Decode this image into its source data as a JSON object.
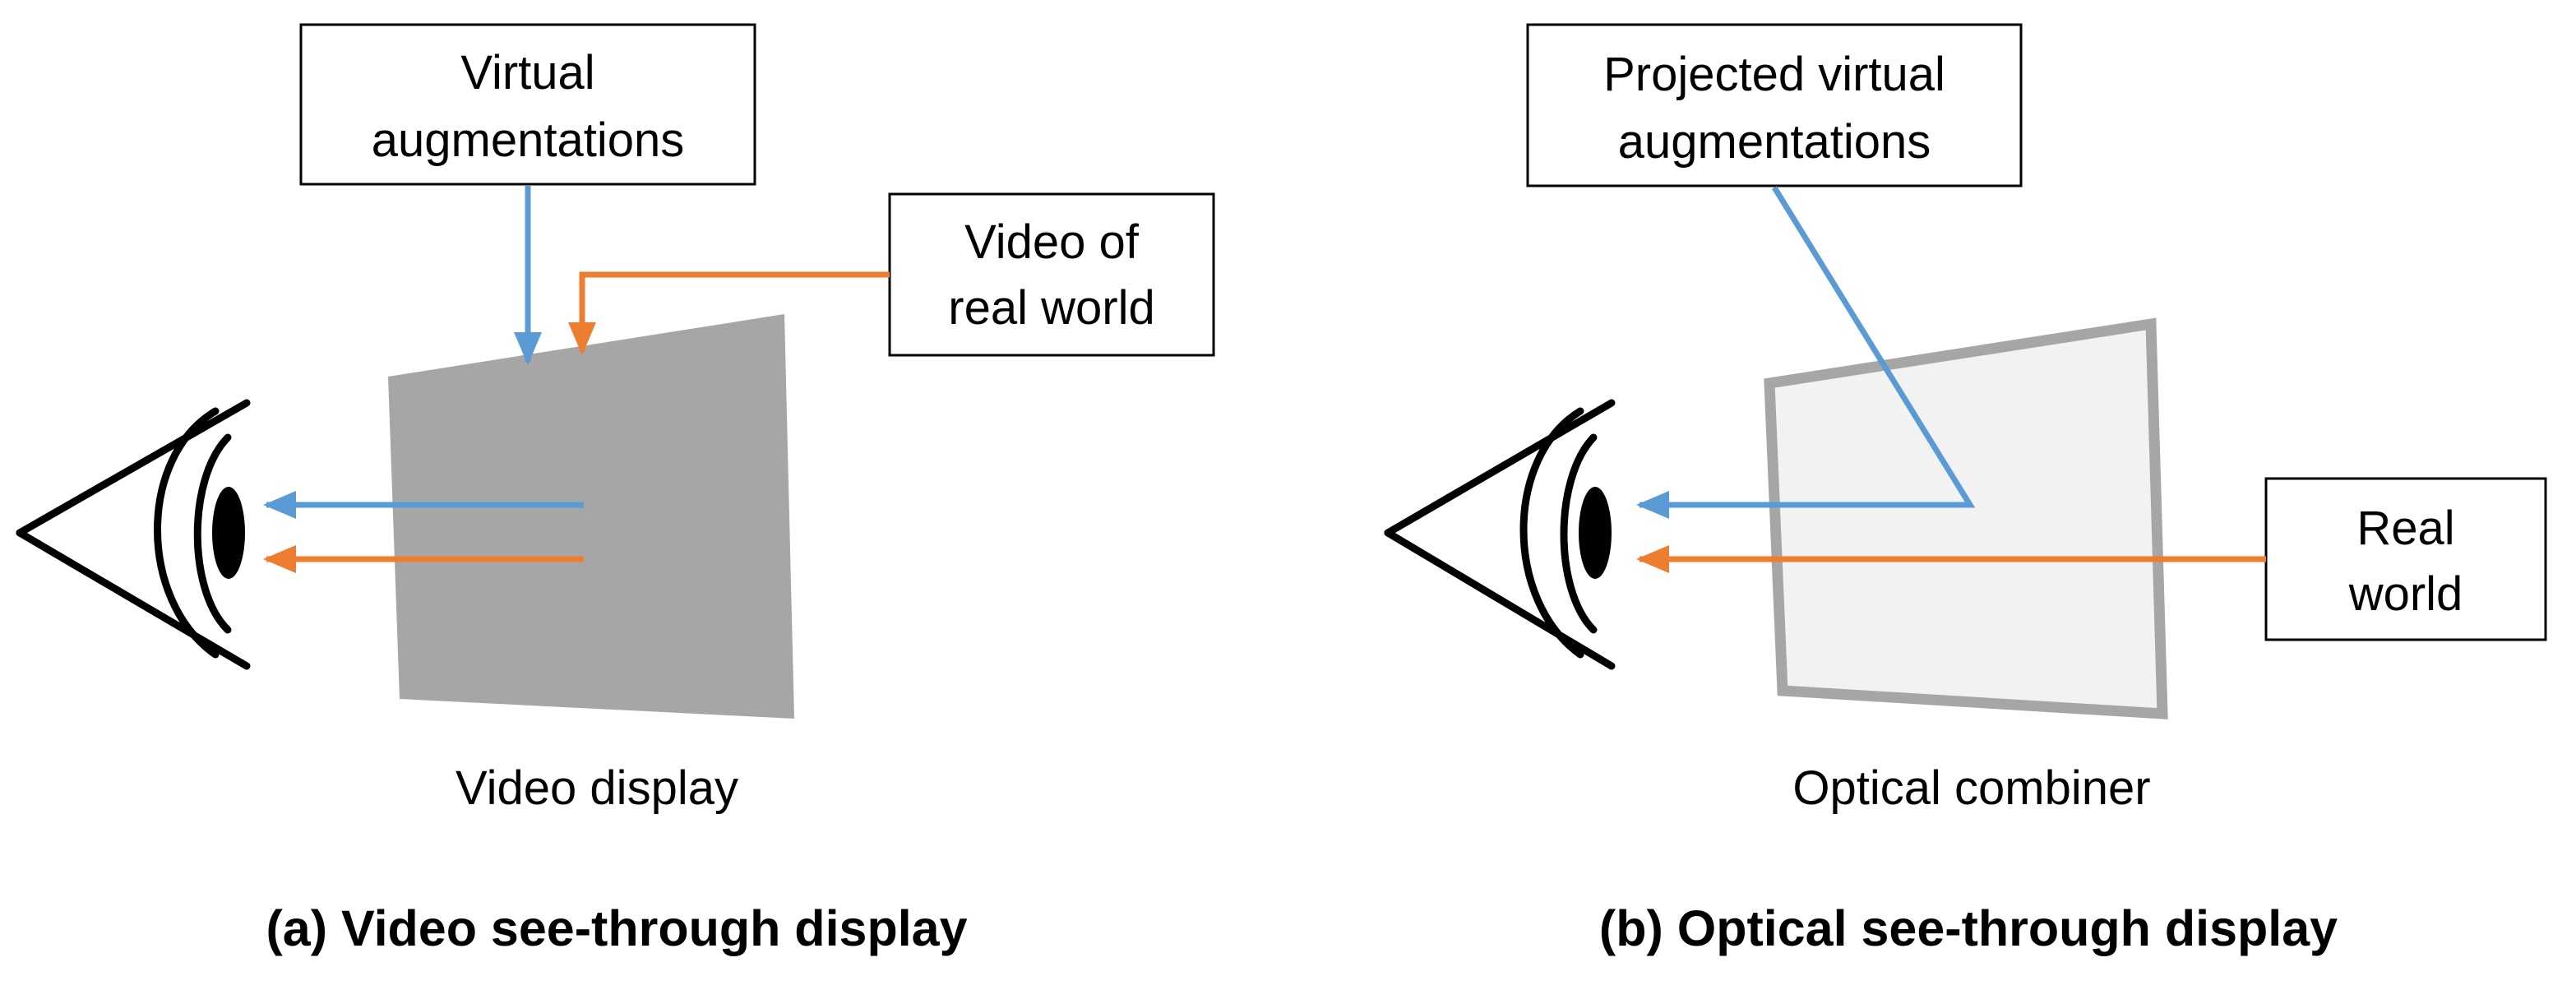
{
  "colors": {
    "virtual": "#5b9bd5",
    "real": "#ed7d31",
    "display_fill": "#a6a6a6",
    "combiner_fill": "#f2f2f2",
    "combiner_stroke": "#a6a6a6",
    "outline": "#000000"
  },
  "panel_a": {
    "box_virtual": {
      "line1": "Virtual",
      "line2": "augmentations"
    },
    "box_video": {
      "line1": "Video of",
      "line2": "real world"
    },
    "display_label": "Video display",
    "caption": "(a) Video see-through display"
  },
  "panel_b": {
    "box_projected": {
      "line1": "Projected virtual",
      "line2": "augmentations"
    },
    "box_real": {
      "line1": "Real",
      "line2": "world"
    },
    "combiner_label": "Optical combiner",
    "caption": "(b) Optical see-through display"
  },
  "icons": [
    "eye-icon"
  ]
}
